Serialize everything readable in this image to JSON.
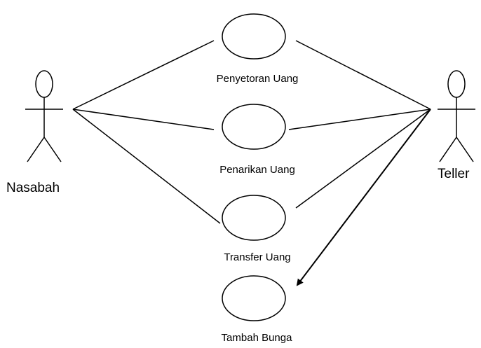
{
  "actors": {
    "nasabah": "Nasabah",
    "teller": "Teller"
  },
  "use_cases": {
    "penyetoran": "Penyetoran Uang",
    "penarikan": "Penarikan Uang",
    "transfer": "Transfer Uang",
    "tambah_bunga": "Tambah Bunga"
  },
  "colors": {
    "stroke": "#000000",
    "background": "#ffffff"
  }
}
